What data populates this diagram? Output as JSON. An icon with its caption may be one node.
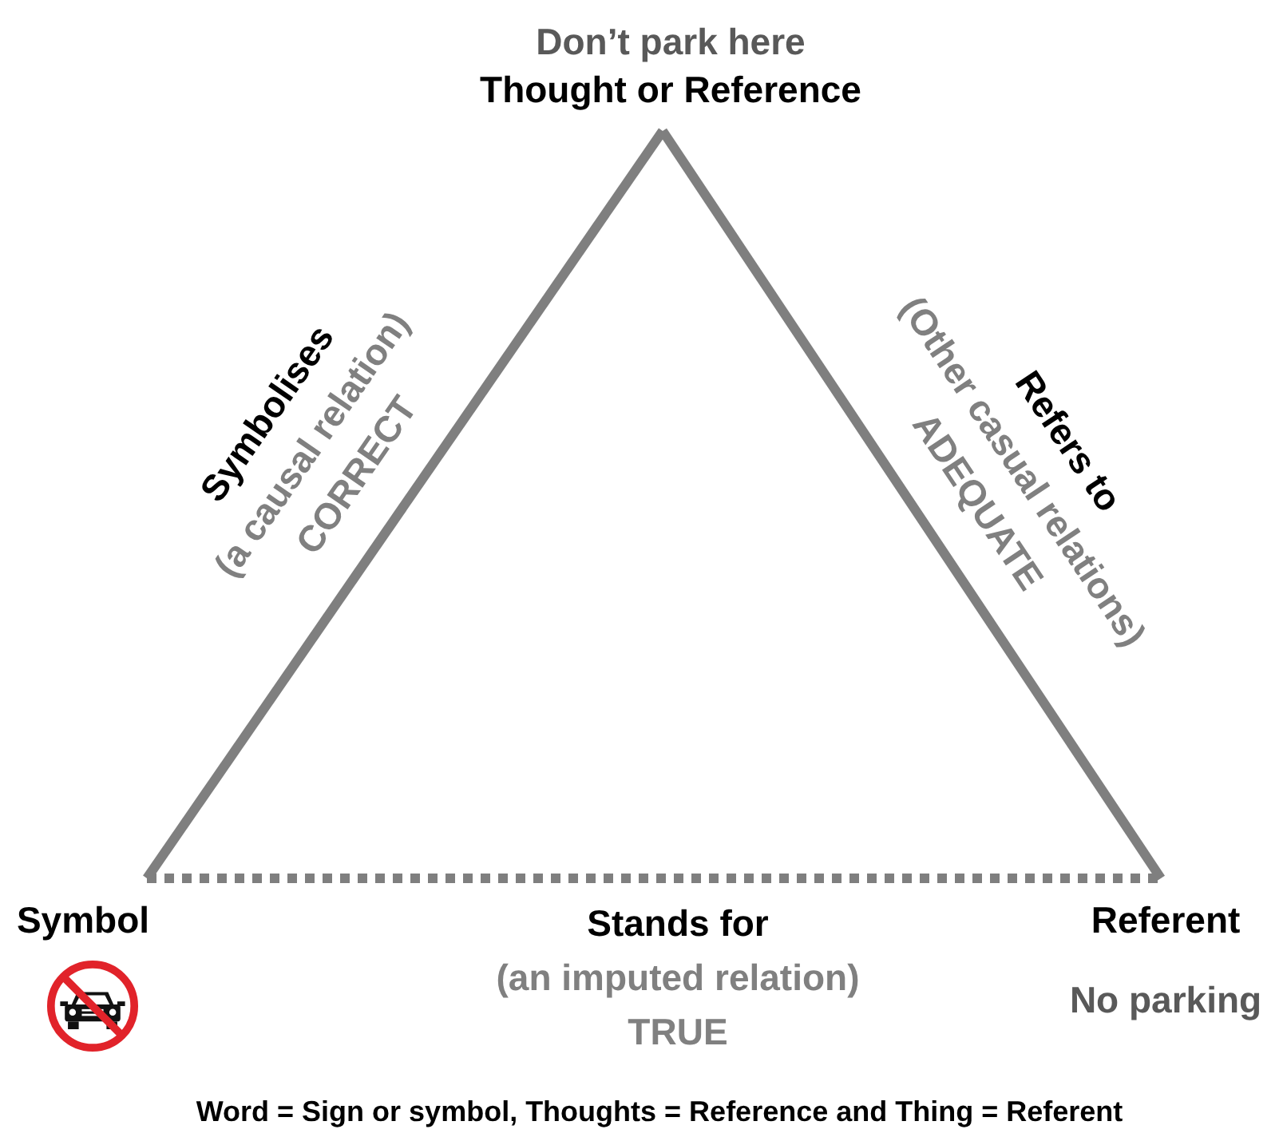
{
  "diagram": {
    "caption": "Word = Sign or symbol, Thoughts = Reference and Thing = Referent",
    "nodes": [
      {
        "text": [
          "Thought or Reference"
        ],
        "beside": [
          "Don’t park here"
        ]
      },
      {
        "text": [
          "Symbol"
        ]
      },
      {
        "text": [
          "Referent"
        ],
        "beside": [
          "No parking"
        ]
      }
    ],
    "edges": [
      {
        "from": 1,
        "to": 0,
        "arrow": "none",
        "label": "Symbolises"
      },
      {
        "from": 0,
        "to": 2,
        "arrow": "none",
        "label": "Refers to"
      },
      {
        "from": 1,
        "to": 2,
        "arrow": "none",
        "label": "Stands for",
        "style": "dashed"
      }
    ],
    "labels": [
      "(a causal relation)",
      "CORRECT",
      "(Other casual relations)",
      "ADEQUATE",
      "(an imputed relation)",
      "TRUE"
    ]
  }
}
